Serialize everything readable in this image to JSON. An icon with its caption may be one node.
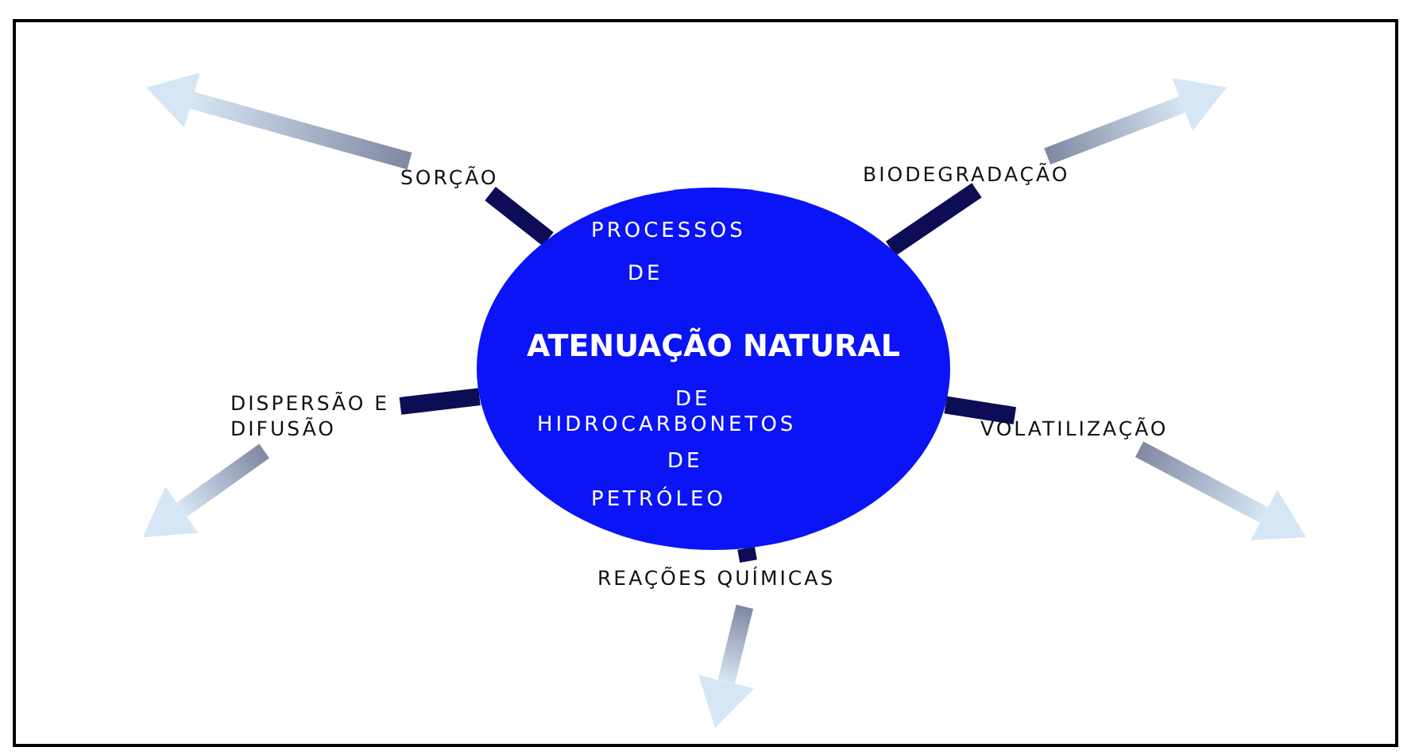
{
  "diagram": {
    "nodes": [
      {
        "text": [
          "PROCESSOS",
          "DE",
          "ATENUAÇÃO NATURAL",
          "DE",
          "HIDROCARBONETOS",
          "DE",
          "PETRÓLEO"
        ]
      },
      {
        "text": [
          "SORÇÃO"
        ]
      },
      {
        "text": [
          "BIODEGRADAÇÃO"
        ]
      },
      {
        "text": [
          "DISPERSÃO E DIFUSÃO"
        ]
      },
      {
        "text": [
          "VOLATILIZAÇÃO"
        ]
      },
      {
        "text": [
          "REAÇÕES QUÍMICAS"
        ]
      }
    ],
    "edges": [
      {
        "from": 0,
        "to": 1,
        "arrow": "none",
        "color": "#0d0d55"
      },
      {
        "from": 0,
        "to": 2,
        "arrow": "none",
        "color": "#0d0d55"
      },
      {
        "from": 0,
        "to": 3,
        "arrow": "none",
        "color": "#0d0d55"
      },
      {
        "from": 0,
        "to": 4,
        "arrow": "none",
        "color": "#0d0d55"
      },
      {
        "from": 0,
        "to": 5,
        "arrow": "none",
        "color": "#0d0d55"
      },
      {
        "from": 1,
        "to": null,
        "arrow": "to",
        "color": "#d6e6f4"
      },
      {
        "from": 2,
        "to": null,
        "arrow": "to",
        "color": "#d6e6f4"
      },
      {
        "from": 3,
        "to": null,
        "arrow": "to",
        "color": "#d6e6f4"
      },
      {
        "from": 4,
        "to": null,
        "arrow": "to",
        "color": "#d6e6f4"
      },
      {
        "from": 5,
        "to": null,
        "arrow": "to",
        "color": "#d6e6f4"
      }
    ]
  }
}
